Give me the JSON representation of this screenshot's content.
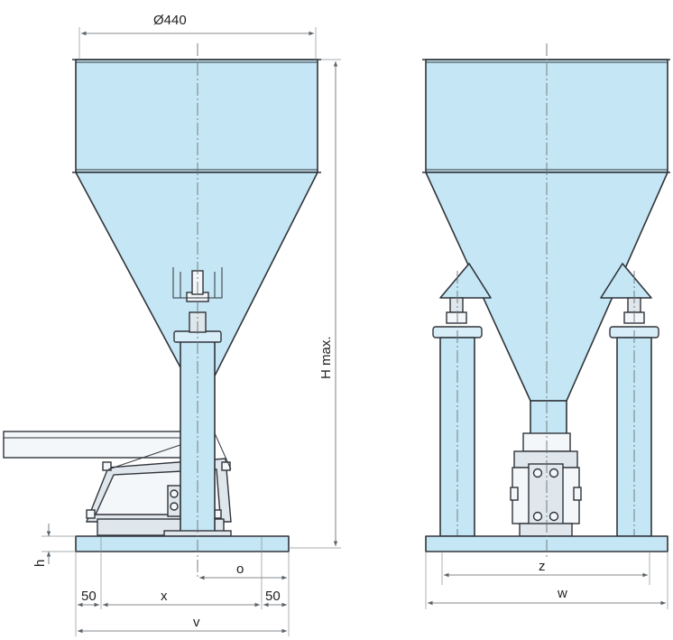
{
  "dimensions": {
    "diameter": "Ø440",
    "height_max": "H max.",
    "h": "h",
    "o": "o",
    "margin_left": "50",
    "x": "x",
    "margin_right": "50",
    "v": "v",
    "z": "z",
    "w": "w"
  },
  "colors": {
    "fill": "#c5e6f4",
    "outline": "#30343a"
  }
}
